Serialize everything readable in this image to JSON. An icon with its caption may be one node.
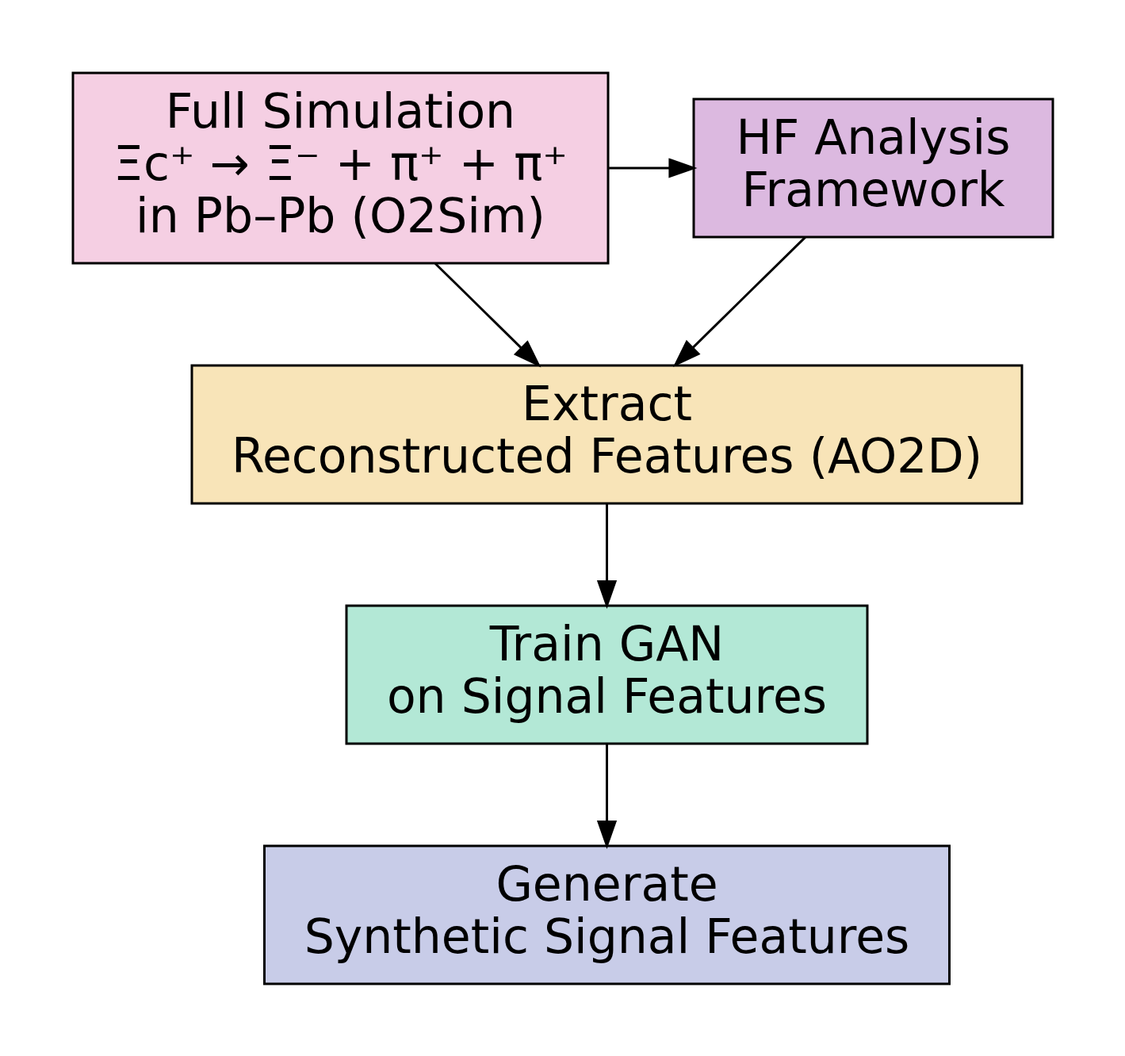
{
  "diagram": {
    "nodes": [
      {
        "text": [
          "Full Simulation",
          "Ξc⁺ → Ξ⁻ + π⁺ + π⁺",
          "in Pb–Pb (O2Sim)"
        ]
      },
      {
        "text": [
          "HF Analysis",
          "Framework"
        ]
      },
      {
        "text": [
          "Extract",
          "Reconstructed Features (AO2D)"
        ]
      },
      {
        "text": [
          "Train GAN",
          "on Signal Features"
        ]
      },
      {
        "text": [
          "Generate",
          "Synthetic Signal Features"
        ]
      }
    ],
    "edges": [
      {
        "from": 0,
        "to": 1,
        "arrow": "to"
      },
      {
        "from": 0,
        "to": 2,
        "arrow": "to"
      },
      {
        "from": 1,
        "to": 2,
        "arrow": "to"
      },
      {
        "from": 2,
        "to": 3,
        "arrow": "to"
      },
      {
        "from": 3,
        "to": 4,
        "arrow": "to"
      }
    ]
  }
}
